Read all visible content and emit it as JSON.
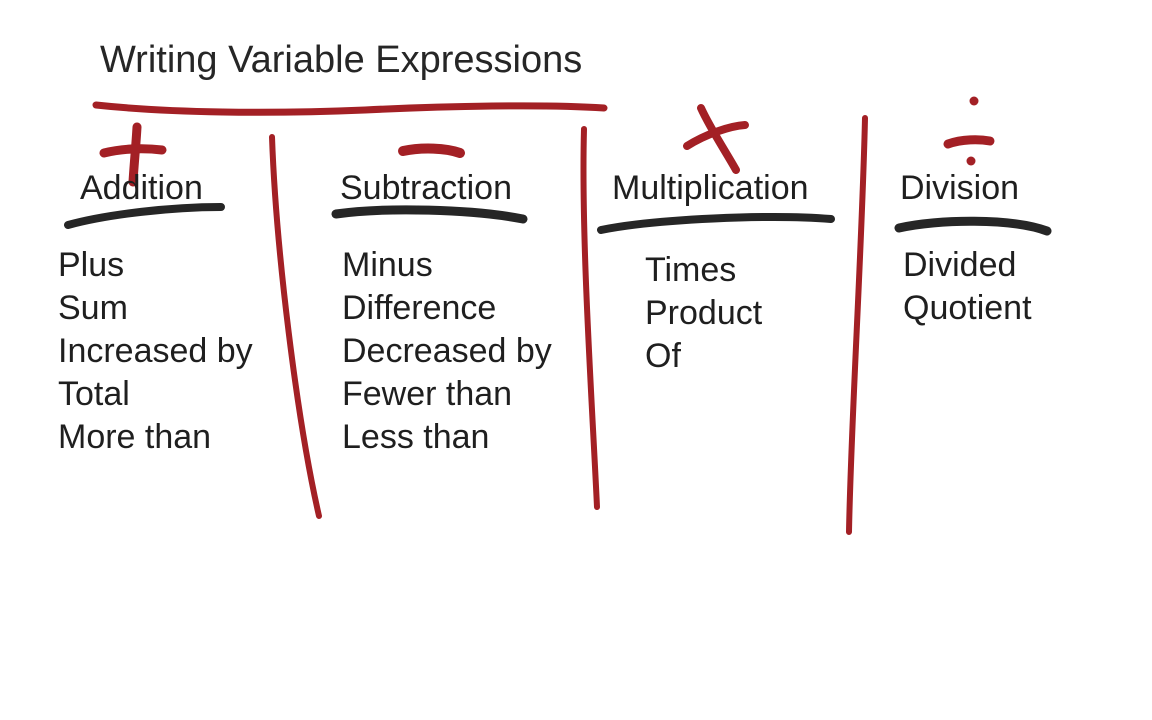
{
  "title": "Writing Variable Expressions",
  "colors": {
    "background": "#ffffff",
    "text": "#1f1f1f",
    "marker_red": "#a32025",
    "marker_black": "#262626"
  },
  "columns": [
    {
      "label": "Addition",
      "symbol_icon": "plus-icon",
      "terms": [
        "Plus",
        "Sum",
        "Increased by",
        "Total",
        "More than"
      ]
    },
    {
      "label": "Subtraction",
      "symbol_icon": "minus-icon",
      "terms": [
        "Minus",
        "Difference",
        "Decreased by",
        "Fewer than",
        "Less than"
      ]
    },
    {
      "label": "Multiplication",
      "symbol_icon": "times-icon",
      "terms": [
        "Times",
        "Product",
        "Of"
      ]
    },
    {
      "label": "Division",
      "symbol_icon": "divide-icon",
      "terms": [
        "Divided",
        "Quotient"
      ]
    }
  ]
}
